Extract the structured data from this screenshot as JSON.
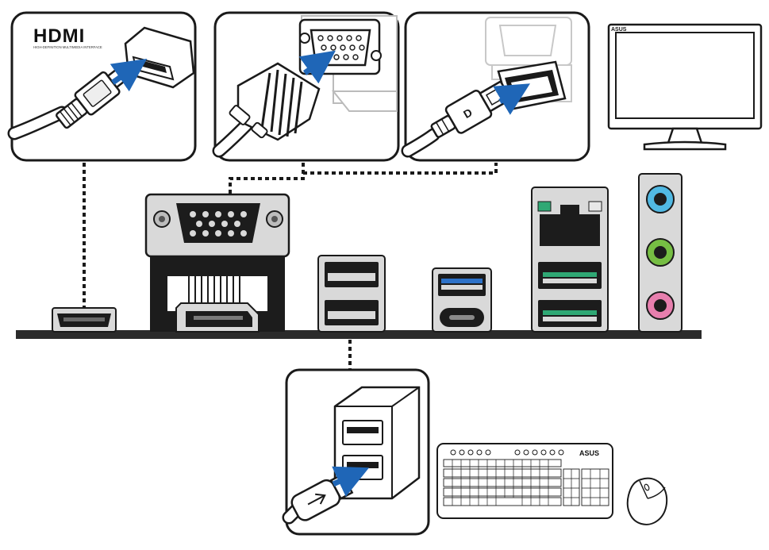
{
  "hdmi_callout": {
    "logo_text": "HDMI",
    "logo_tagline": "HIGH-DEFINITION MULTIMEDIA INTERFACE"
  },
  "displayport_callout": {
    "plug_mark": "D"
  },
  "monitor": {
    "brand": "ASUS"
  },
  "keyboard": {
    "brand": "ASUS"
  },
  "colors": {
    "outline": "#1a1a1a",
    "connector_light": "#d9d9d9",
    "connector_dark": "#1c1c1c",
    "arrow_blue": "#1f66b7",
    "usb3_blue": "#2d72c9",
    "lan_green": "#2fa874",
    "audio_line_in": "#51b9e3",
    "audio_line_out": "#76be43",
    "audio_mic": "#e77fae",
    "board": "#2b2b2b"
  },
  "icons": [
    "hdmi-plug-icon",
    "vga-plug-icon",
    "displayport-plug-icon",
    "usb-plug-icon",
    "monitor-icon",
    "keyboard-icon",
    "mouse-icon",
    "arrow-icon"
  ]
}
